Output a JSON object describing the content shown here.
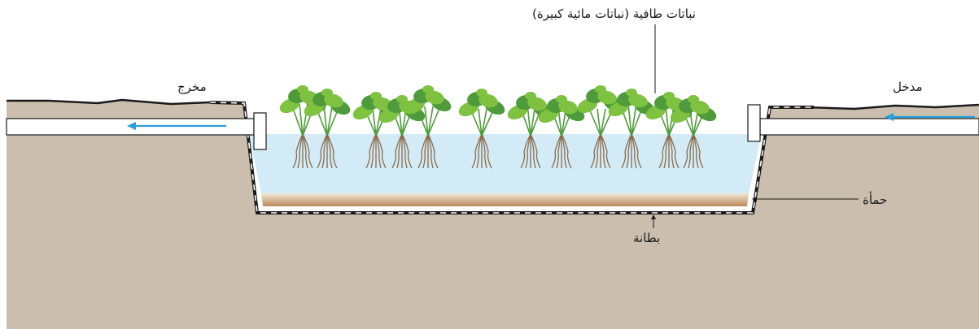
{
  "labels": {
    "floating_plants": "نباتات طافية (نباتات مائية كبيرة)",
    "outlet": "مخرج",
    "inlet": "مدخل",
    "sludge": "حمأة",
    "liner": "بطانة"
  },
  "colors": {
    "ground": "#cbbeae",
    "water": "#d3ebf6",
    "sludge": "#c49a6c",
    "liner": "#1a1a1a",
    "flow_arrow": "#2a9fd8",
    "plant_light": "#7fc241",
    "plant_dark": "#4f9a3a",
    "roots": "#8a6a4a"
  },
  "icons": [
    "flow-arrow-icon",
    "plant-icon"
  ]
}
